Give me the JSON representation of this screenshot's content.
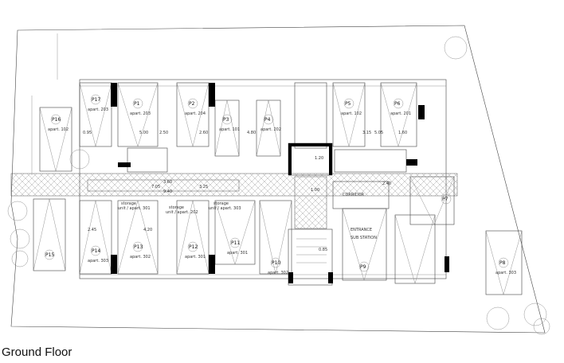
{
  "title": "Ground Floor",
  "parking_spaces": [
    {
      "label": "P1",
      "unit": "apart. 203"
    },
    {
      "label": "P2",
      "unit": "apart. 204"
    },
    {
      "label": "P3",
      "unit": "apart. 101"
    },
    {
      "label": "P4",
      "unit": "apart. 202"
    },
    {
      "label": "P5",
      "unit": "apart. 102"
    },
    {
      "label": "P6",
      "unit": "apart. 201"
    },
    {
      "label": "P7",
      "unit": ""
    },
    {
      "label": "P8",
      "unit": "apart. 303"
    },
    {
      "label": "P9",
      "unit": ""
    },
    {
      "label": "P10",
      "unit": "apart. 302"
    },
    {
      "label": "P11",
      "unit": "apart. 301"
    },
    {
      "label": "P12",
      "unit": "apart. 301"
    },
    {
      "label": "P13",
      "unit": "apart. 302"
    },
    {
      "label": "P14",
      "unit": "apart. 303"
    },
    {
      "label": "P15",
      "unit": ""
    },
    {
      "label": "P16",
      "unit": "apart. 102"
    },
    {
      "label": "P17",
      "unit": "apart. 203"
    }
  ],
  "storage_labels": [
    {
      "text": "storage",
      "unit": "unit / apart. 202"
    },
    {
      "text": "storage",
      "unit": "unit / apart. 301"
    },
    {
      "text": "storage",
      "unit": "unit / apart. 303"
    }
  ],
  "room_labels": [
    "CORRIDOR",
    "ENTRANCE",
    "SUB STATION"
  ],
  "dimensions": [
    "0.95",
    "5.00",
    "2.50",
    "2.60",
    "4.80",
    "3.15",
    "5.05",
    "1.60",
    "7.05",
    "9.40",
    "3.60",
    "3.25",
    "1.20",
    "1.00",
    "2.40",
    "0.85",
    "4.20",
    "2.45"
  ]
}
